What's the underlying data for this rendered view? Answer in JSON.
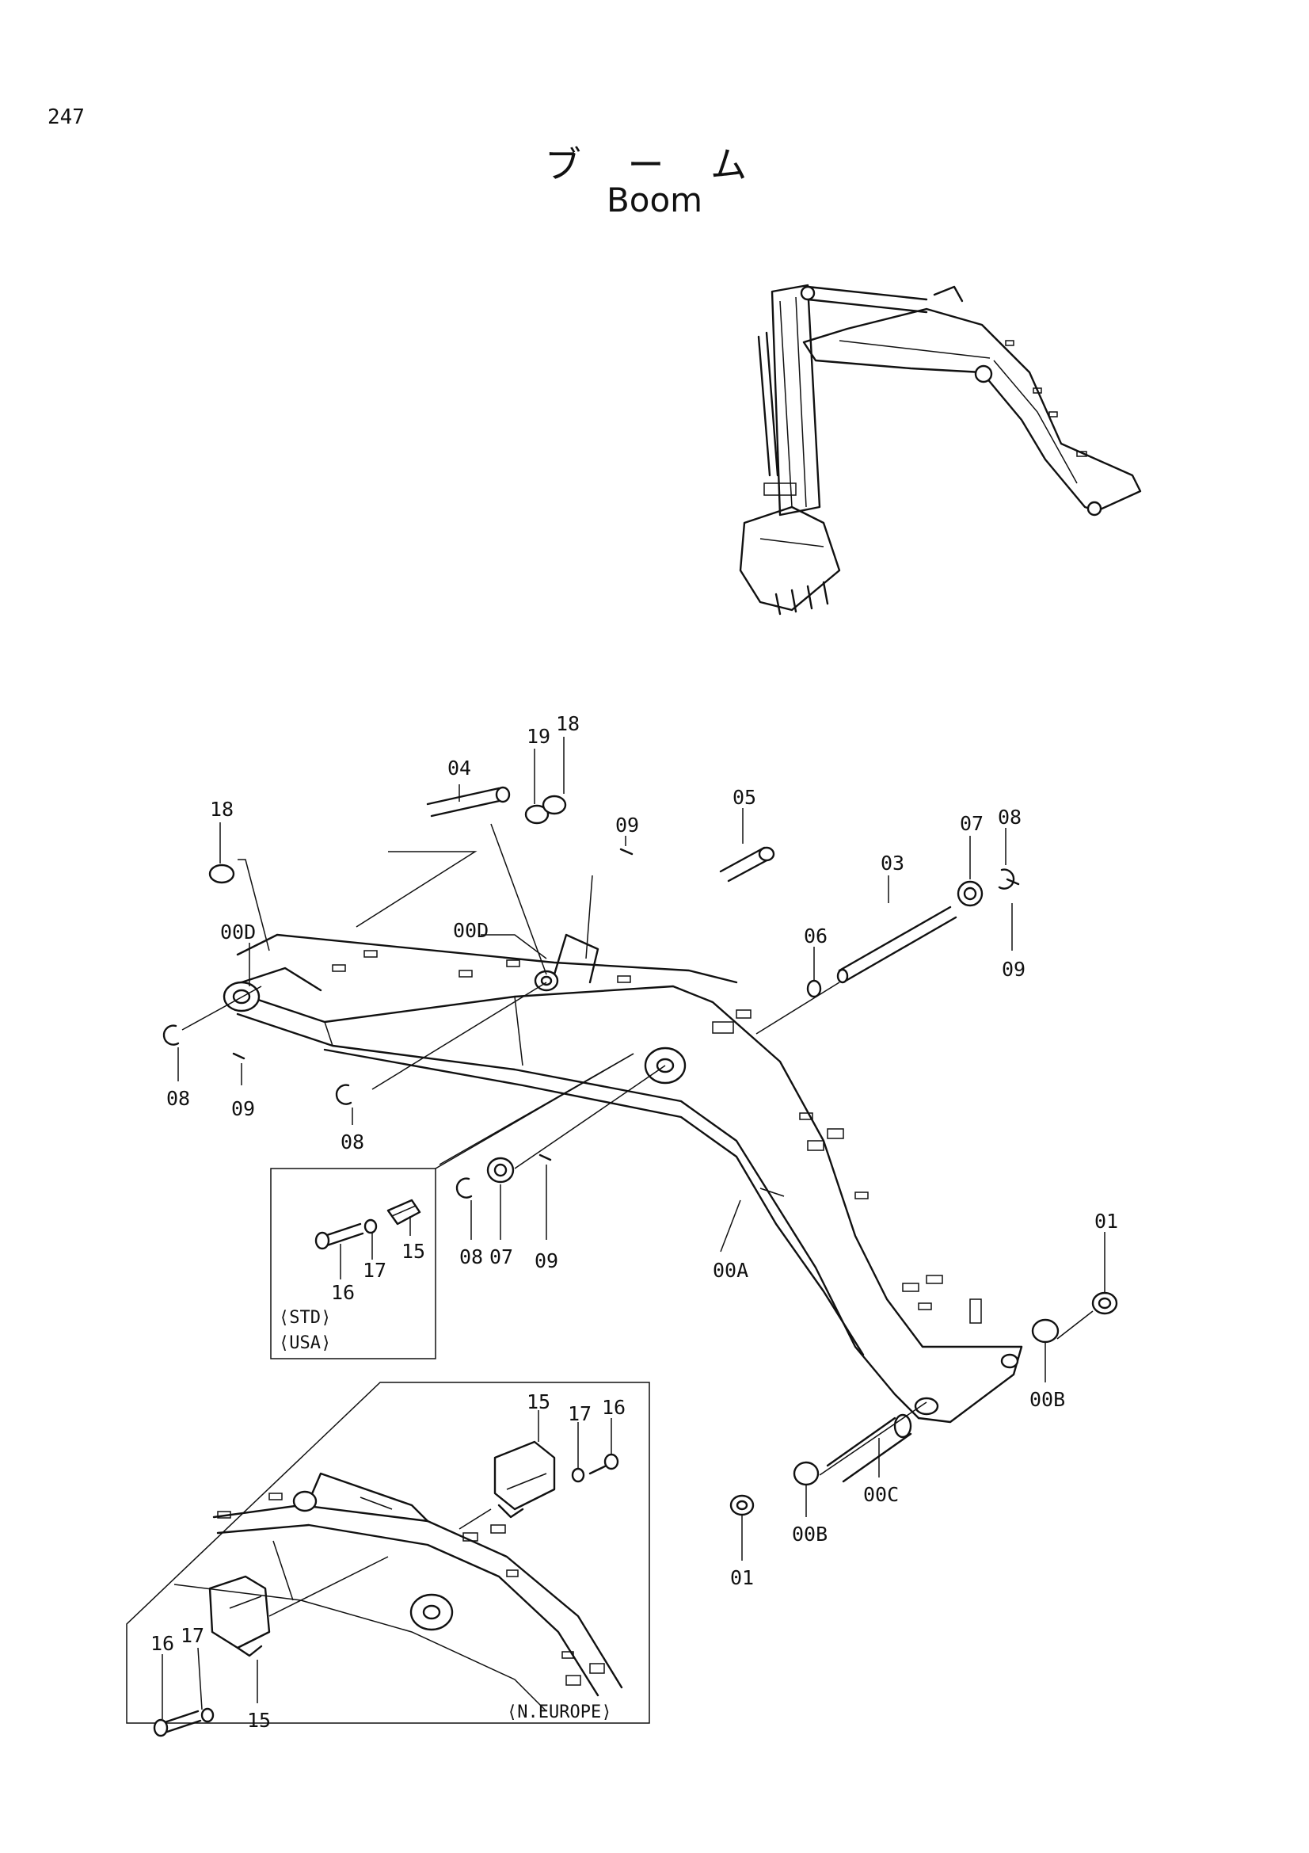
{
  "page_number": "247",
  "title_jp": "ブ ー ム",
  "title_en": "Boom",
  "labels": {
    "l18_top": "18",
    "l19": "19",
    "l04": "04",
    "l18_left": "18",
    "l05": "05",
    "l09_a": "09",
    "l07_r": "07",
    "l08_r": "08",
    "l03": "03",
    "l06": "06",
    "l09_r": "09",
    "l00d_l": "00D",
    "l00d_m": "00D",
    "l08_l": "08",
    "l09_l": "09",
    "l08_m": "08",
    "l08_b": "08",
    "l07_b": "07",
    "l09_b": "09",
    "l00a": "00A",
    "l01_r": "01",
    "l00b_r": "00B",
    "l00c": "00C",
    "l00b_b": "00B",
    "l01_b": "01",
    "l15_s": "15",
    "l17_s": "17",
    "l16_s": "16",
    "l15_e1": "15",
    "l17_e1": "17",
    "l16_e1": "16",
    "l16_e2": "16",
    "l17_e2": "17",
    "l15_e2": "15"
  },
  "inset_std": {
    "std": "⟨STD⟩",
    "usa": "⟨USA⟩"
  },
  "inset_eu": {
    "region": "⟨N.EUROPE⟩"
  }
}
